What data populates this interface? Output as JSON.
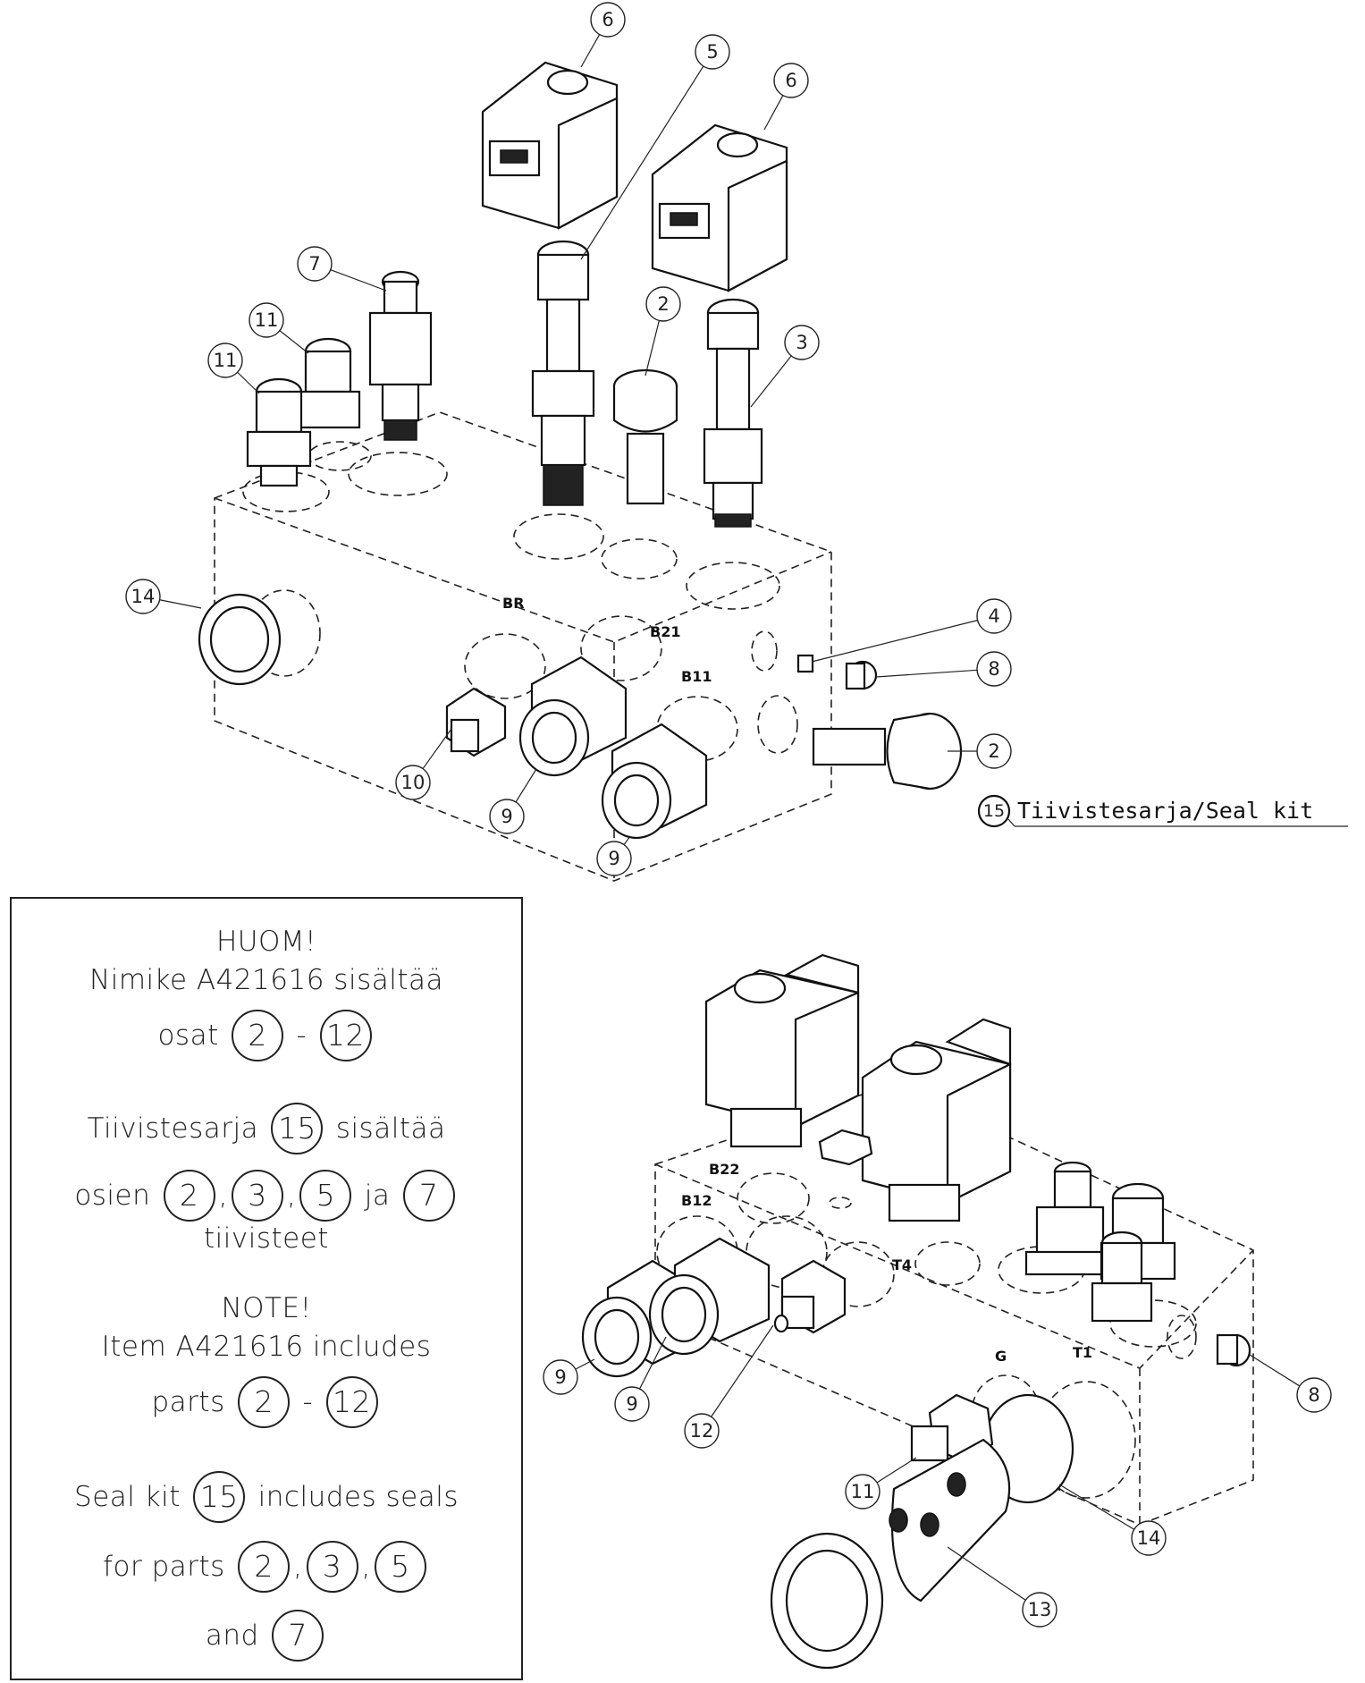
{
  "callouts_top": [
    {
      "id": "c6a",
      "label": "6"
    },
    {
      "id": "c5",
      "label": "5"
    },
    {
      "id": "c6b",
      "label": "6"
    },
    {
      "id": "c7",
      "label": "7"
    },
    {
      "id": "c11a",
      "label": "11"
    },
    {
      "id": "c11b",
      "label": "11"
    },
    {
      "id": "c2a",
      "label": "2"
    },
    {
      "id": "c3",
      "label": "3"
    },
    {
      "id": "c14a",
      "label": "14"
    },
    {
      "id": "c4",
      "label": "4"
    },
    {
      "id": "c8a",
      "label": "8"
    },
    {
      "id": "c2b",
      "label": "2"
    },
    {
      "id": "c10",
      "label": "10"
    },
    {
      "id": "c9a",
      "label": "9"
    },
    {
      "id": "c9b",
      "label": "9"
    }
  ],
  "callouts_bottom": [
    {
      "id": "c9c",
      "label": "9"
    },
    {
      "id": "c9d",
      "label": "9"
    },
    {
      "id": "c12",
      "label": "12"
    },
    {
      "id": "c8b",
      "label": "8"
    },
    {
      "id": "c11c",
      "label": "11"
    },
    {
      "id": "c14b",
      "label": "14"
    },
    {
      "id": "c13",
      "label": "13"
    }
  ],
  "port_labels": {
    "br": "BR",
    "b21": "B21",
    "b11": "B11",
    "b22": "B22",
    "b12": "B12",
    "t4": "T4",
    "g": "G",
    "t1": "T1"
  },
  "seal_kit": {
    "number": "15",
    "text": "Tiivistesarja/Seal kit"
  },
  "note": {
    "fi_title": "HUOM!",
    "fi_line1": "Nimike A421616 sisältää",
    "fi_osat": "osat",
    "fi_from": "2",
    "fi_dash": "-",
    "fi_to": "12",
    "fi_seal_pre": "Tiivistesarja",
    "fi_seal_num": "15",
    "fi_seal_post": "sisältää",
    "fi_osien": "osien",
    "fi_p1": "2",
    "fi_p2": "3",
    "fi_p3": "5",
    "fi_ja": "ja",
    "fi_p4": "7",
    "fi_tiivisteet": "tiivisteet",
    "en_title": "NOTE!",
    "en_line1": "Item A421616 includes",
    "en_parts": "parts",
    "en_from": "2",
    "en_dash": "-",
    "en_to": "12",
    "en_seal_pre": "Seal kit",
    "en_seal_num": "15",
    "en_seal_post": "includes seals",
    "en_for": "for parts",
    "en_p1": "2",
    "en_p2": "3",
    "en_p3": "5",
    "en_and": "and",
    "en_p4": "7",
    "comma": ","
  }
}
